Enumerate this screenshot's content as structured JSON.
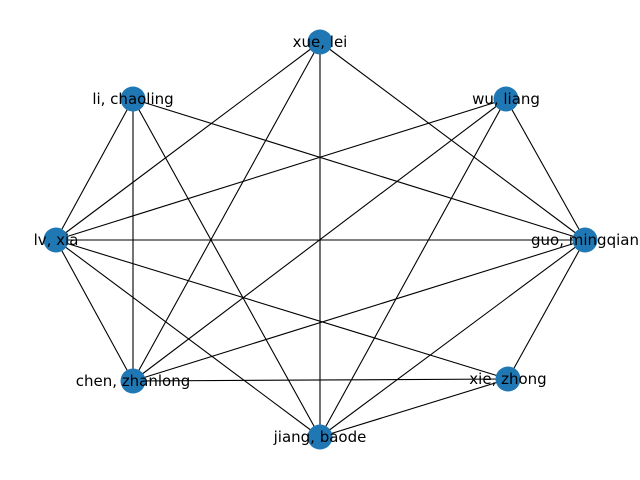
{
  "graph": {
    "node_color": "#1f77b4",
    "edge_color": "#000000",
    "nodes": [
      {
        "id": "xue",
        "label": "xue, lei"
      },
      {
        "id": "wu",
        "label": "wu, liang"
      },
      {
        "id": "guo",
        "label": "guo, mingqian"
      },
      {
        "id": "xie",
        "label": "xie, zhong"
      },
      {
        "id": "jiang",
        "label": "jiang, baode"
      },
      {
        "id": "chen",
        "label": "chen, zhanlong"
      },
      {
        "id": "lv",
        "label": "lv, xia"
      },
      {
        "id": "li",
        "label": "li, chaoling"
      }
    ],
    "edges": [
      [
        "xue",
        "guo"
      ],
      [
        "xue",
        "jiang"
      ],
      [
        "xue",
        "chen"
      ],
      [
        "xue",
        "lv"
      ],
      [
        "wu",
        "guo"
      ],
      [
        "wu",
        "jiang"
      ],
      [
        "wu",
        "chen"
      ],
      [
        "wu",
        "lv"
      ],
      [
        "guo",
        "xie"
      ],
      [
        "guo",
        "jiang"
      ],
      [
        "guo",
        "chen"
      ],
      [
        "guo",
        "lv"
      ],
      [
        "guo",
        "li"
      ],
      [
        "xie",
        "jiang"
      ],
      [
        "xie",
        "chen"
      ],
      [
        "xie",
        "lv"
      ],
      [
        "jiang",
        "lv"
      ],
      [
        "jiang",
        "li"
      ],
      [
        "chen",
        "lv"
      ],
      [
        "chen",
        "li"
      ],
      [
        "lv",
        "li"
      ]
    ]
  }
}
